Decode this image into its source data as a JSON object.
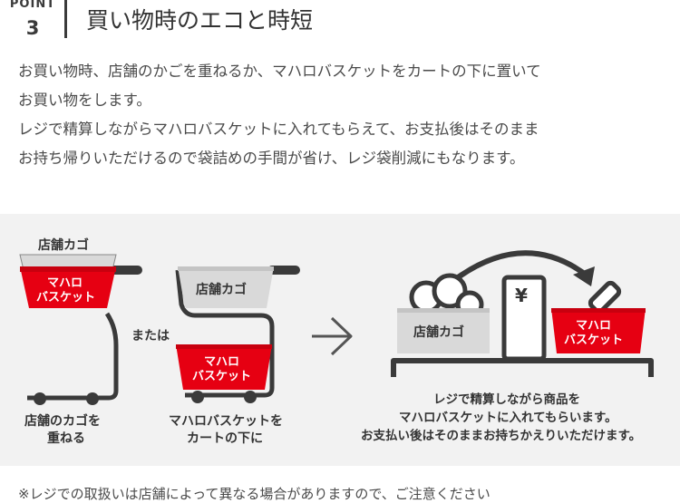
{
  "point": {
    "label": "POINT",
    "number": "3"
  },
  "title": "買い物時のエコと時短",
  "description": [
    "お買い物時、店舗のかごを重ねるか、マハロバスケットをカートの下に置いて",
    "お買い物をします。",
    "レジで精算しながらマハロバスケットに入れてもらえて、お支払後はそのまま",
    "お持ち帰りいただけるので袋詰めの手間が省け、レジ袋削減にもなります。"
  ],
  "diagram": {
    "store_basket_label": "店舗カゴ",
    "mahalo_basket_label_1": "マハロ",
    "mahalo_basket_label_2": "バスケット",
    "or_label": "または",
    "yen_symbol": "¥",
    "cart1_caption": [
      "店舗のカゴを",
      "重ねる"
    ],
    "cart2_caption": [
      "マハロバスケットを",
      "カートの下に"
    ],
    "register_caption": [
      "レジで精算しながら商品を",
      "マハロバスケットに入れてもらいます。",
      "お支払い後はそのままお持ちかえりいただけます。"
    ],
    "colors": {
      "accent_red": "#e60012",
      "store_gray": "#d9d9d9",
      "line_dark": "#3a3a3a"
    }
  },
  "footnote": "※レジでの取扱いは店舗によって異なる場合がありますので、ご注意ください"
}
